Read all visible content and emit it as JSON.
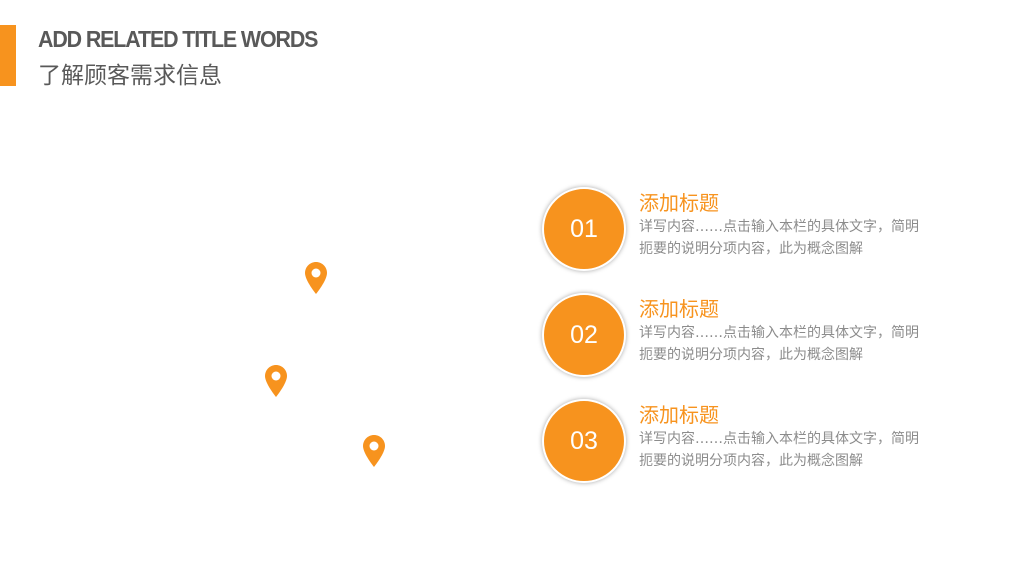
{
  "colors": {
    "accent": "#f7931e",
    "title": "#595959",
    "body_text": "#8c8c8c"
  },
  "header": {
    "title_en": "ADD RELATED TITLE WORDS",
    "title_cn": "了解顾客需求信息"
  },
  "pins": [
    {
      "icon": "map-pin-icon"
    },
    {
      "icon": "map-pin-icon"
    },
    {
      "icon": "map-pin-icon"
    }
  ],
  "items": [
    {
      "number": "01",
      "title": "添加标题",
      "desc": "详写内容……点击输入本栏的具体文字，简明扼要的说明分项内容，此为概念图解"
    },
    {
      "number": "02",
      "title": "添加标题",
      "desc": "详写内容……点击输入本栏的具体文字，简明扼要的说明分项内容，此为概念图解"
    },
    {
      "number": "03",
      "title": "添加标题",
      "desc": "详写内容……点击输入本栏的具体文字，简明扼要的说明分项内容，此为概念图解"
    }
  ]
}
